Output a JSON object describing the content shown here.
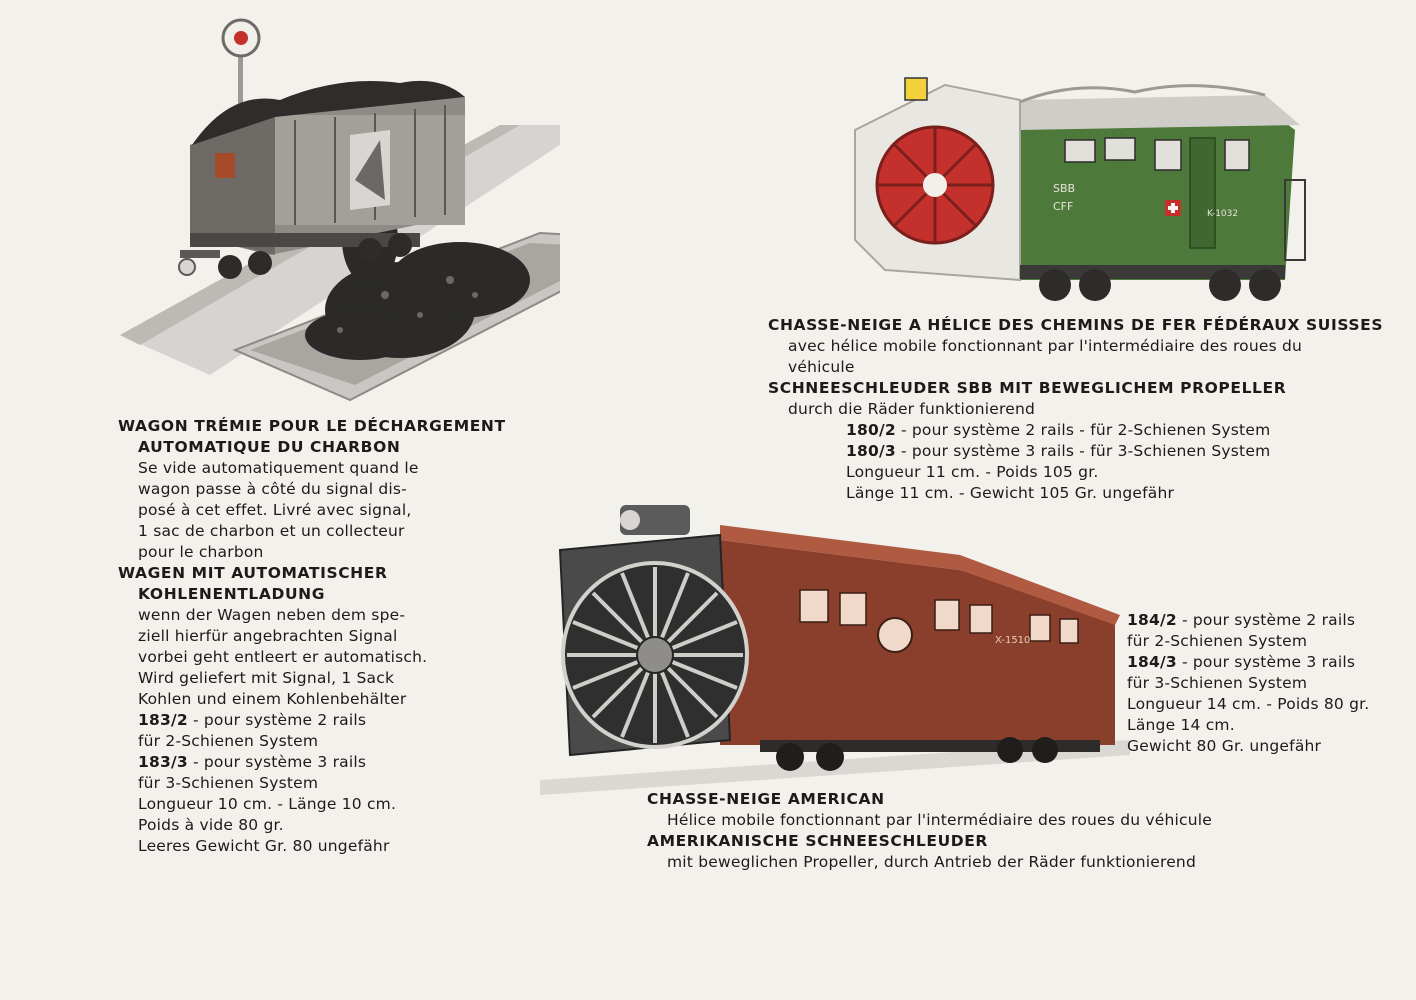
{
  "coal_wagon": {
    "title_1": "WAGON TRÉMIE POUR LE DÉCHARGEMENT",
    "title_2": "AUTOMATIQUE DU CHARBON",
    "fr_lines": [
      "Se vide automatiquement quand le",
      "wagon passe à côté du signal dis-",
      "posé à cet effet. Livré avec signal,",
      "1 sac de charbon et un collecteur",
      "pour le charbon"
    ],
    "de_title_1": "WAGEN MIT AUTOMATISCHER",
    "de_title_2": "KOHLENENTLADUNG",
    "de_lines": [
      "wenn der Wagen neben dem spe-",
      "ziell hierfür angebrachten Signal",
      "vorbei geht entleert er automatisch.",
      "Wird geliefert mit Signal, 1 Sack",
      "Kohlen und einem Kohlenbehälter"
    ],
    "code_2": "183/2",
    "code_2_text": " - pour système 2 rails",
    "code_2_de": "für 2-Schienen System",
    "code_3": "183/3",
    "code_3_text": " - pour système 3 rails",
    "code_3_de": "für 3-Schienen System",
    "spec_1": "Longueur 10 cm. - Länge 10 cm.",
    "spec_2": "Poids à vide 80 gr.",
    "spec_3": "Leeres Gewicht Gr. 80 ungefähr"
  },
  "sbb_plow": {
    "title": "CHASSE-NEIGE A HÉLICE DES CHEMINS DE FER FÉDÉRAUX SUISSES",
    "fr_1": "avec hélice mobile fonctionnant par l'intermédiaire des roues du",
    "fr_2": "véhicule",
    "de_title": "SCHNEESCHLEUDER SBB MIT BEWEGLICHEM PROPELLER",
    "de_1": "durch die Räder funktionierend",
    "code_2": "180/2",
    "code_2_text": " - pour système 2 rails - für 2-Schienen System",
    "code_3": "180/3",
    "code_3_text": " - pour système 3 rails - für 3-Schienen System",
    "spec_1": "Longueur 11 cm. - Poids 105 gr.",
    "spec_2": "Länge 11 cm. - Gewicht 105 Gr. ungefähr",
    "car_marking_1": "SBB",
    "car_marking_2": "CFF",
    "car_number": "K-1032"
  },
  "american_plow": {
    "code_2": "184/2",
    "code_2_text": " - pour système 2 rails",
    "code_2_de": "für 2-Schienen System",
    "code_3": "184/3",
    "code_3_text": " - pour système 3 rails",
    "code_3_de": "für 3-Schienen System",
    "spec_1": "Longueur 14 cm. - Poids 80 gr.",
    "spec_2": "Länge 14 cm.",
    "spec_3": "Gewicht 80 Gr. ungefähr",
    "title": "CHASSE-NEIGE AMERICAN",
    "fr_1": "Hélice mobile fonctionnant par l'intermédiaire des roues du véhicule",
    "de_title": "AMERIKANISCHE SCHNEESCHLEUDER",
    "de_1": "mit beweglichen Propeller, durch Antrieb der Räder funktionierend",
    "car_number": "X-1510"
  },
  "colors": {
    "paper": "#f3f1ec",
    "sbb_green": "#4d7a3a",
    "sbb_red": "#c4302b",
    "american_brown": "#8a3f2c"
  }
}
